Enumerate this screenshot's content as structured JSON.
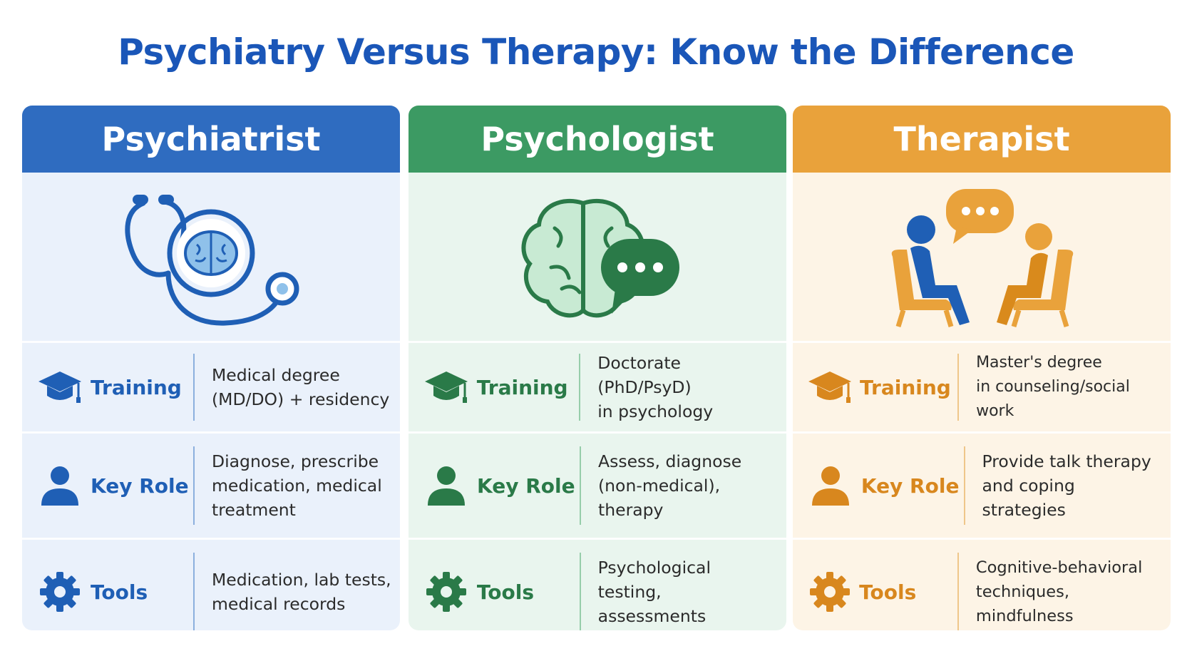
{
  "title": "Psychiatry Versus Therapy: Know the Difference",
  "columns": [
    {
      "name": "Psychiatrist",
      "color": "#2f6cc0",
      "icon": "stethoscope-brain-icon",
      "rows": [
        {
          "label": "Training",
          "icon": "graduation-cap-icon",
          "text": "Medical degree\n(MD/DO) + residency"
        },
        {
          "label": "Key Role",
          "icon": "person-icon",
          "text": "Diagnose, prescribe\nmedication, medical\ntreatment"
        },
        {
          "label": "Tools",
          "icon": "gear-icon",
          "text": "Medication, lab tests,\nmedical records"
        }
      ]
    },
    {
      "name": "Psychologist",
      "color": "#3c9a63",
      "icon": "brain-speech-bubble-icon",
      "rows": [
        {
          "label": "Training",
          "icon": "graduation-cap-icon",
          "text": "Doctorate (PhD/PsyD)\nin psychology"
        },
        {
          "label": "Key Role",
          "icon": "person-icon",
          "text": "Assess, diagnose\n(non-medical),\ntherapy"
        },
        {
          "label": "Tools",
          "icon": "gear-icon",
          "text": "Psychological testing,\nassessments"
        }
      ]
    },
    {
      "name": "Therapist",
      "color": "#e9a23b",
      "icon": "two-people-chairs-icon",
      "rows": [
        {
          "label": "Training",
          "icon": "graduation-cap-icon",
          "text": "Master's degree\nin counseling/social work"
        },
        {
          "label": "Key Role",
          "icon": "person-icon",
          "text": "Provide talk therapy\nand coping strategies"
        },
        {
          "label": "Tools",
          "icon": "gear-icon",
          "text": "Cognitive-behavioral\ntechniques, mindfulness"
        }
      ]
    }
  ]
}
